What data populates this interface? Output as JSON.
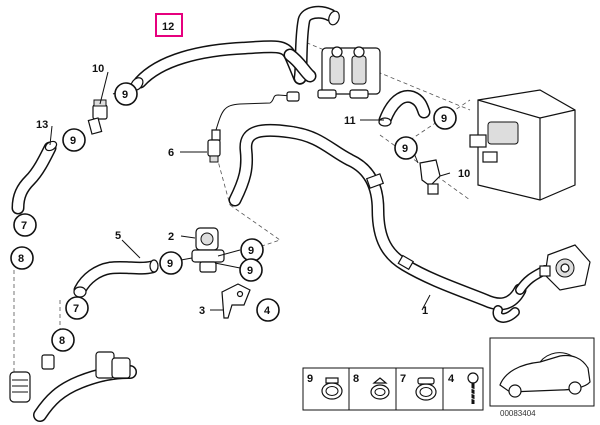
{
  "highlight_color": "#e6007e",
  "labels": {
    "part_12": "12",
    "part_10_top": "10",
    "part_13": "13",
    "part_6": "6",
    "part_11": "11",
    "part_10_right": "10",
    "part_5": "5",
    "part_2": "2",
    "part_3": "3",
    "part_1": "1",
    "part_4": "4",
    "c9_a": "9",
    "c9_b": "9",
    "c9_c": "9",
    "c9_d": "9",
    "c9_e": "9",
    "c9_f": "9",
    "c7_a": "7",
    "c7_b": "7",
    "c8_a": "8",
    "c8_b": "8"
  },
  "legend": {
    "k9": "9",
    "k8": "8",
    "k7": "7",
    "k4": "4"
  },
  "ref_number": "00083404"
}
